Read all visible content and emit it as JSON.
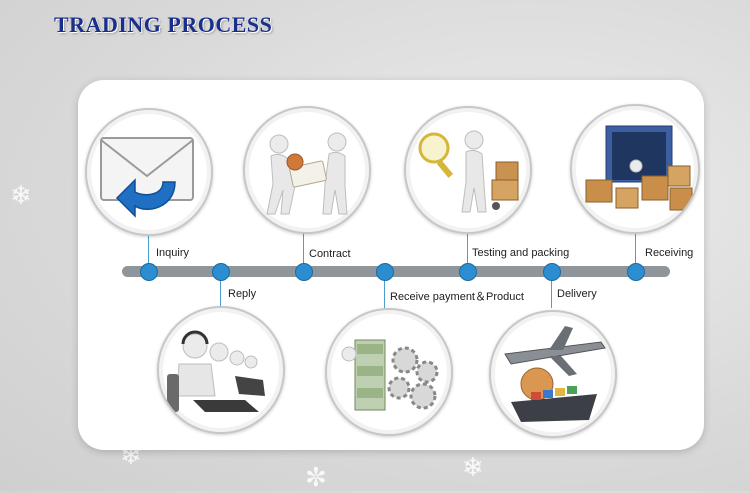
{
  "title": "TRADING PROCESS",
  "colors": {
    "title": "#1a2f8c",
    "node": "#2c8ed0",
    "bar": "#8e969c"
  },
  "steps_top": [
    {
      "label": "Inquiry",
      "icon": "envelope-reply-icon"
    },
    {
      "label": "Contract",
      "icon": "handshake-document-icon"
    },
    {
      "label": "Testing and packing",
      "icon": "inspection-boxes-icon"
    },
    {
      "label": "Receiving",
      "icon": "warehouse-boxes-icon"
    }
  ],
  "steps_bottom": [
    {
      "label": "Reply",
      "icon": "call-center-icon"
    },
    {
      "label": "Receive payment＆Product",
      "icon": "money-gears-icon"
    },
    {
      "label": "Delivery",
      "icon": "airplane-ship-icon"
    }
  ]
}
